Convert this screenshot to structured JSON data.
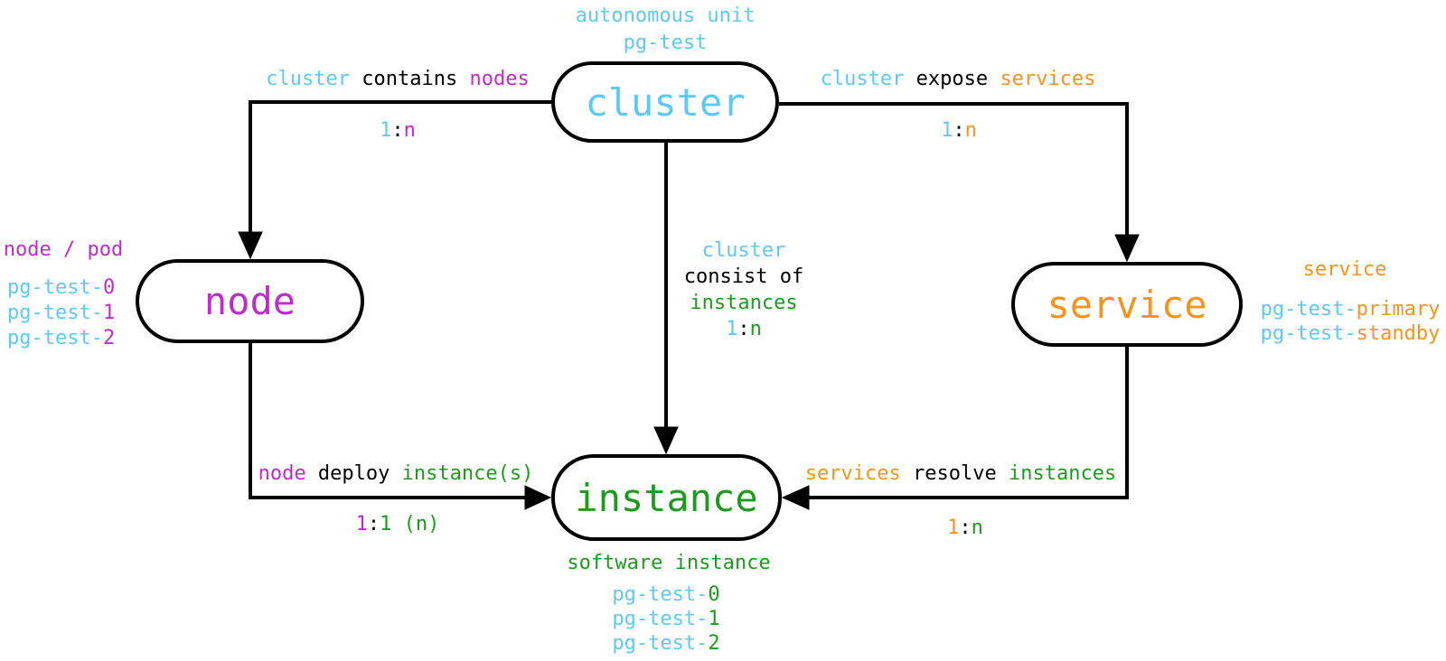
{
  "palette": {
    "blue": "#5EC9F5",
    "magenta": "#BE2DC9",
    "orange": "#F7941E",
    "green": "#1E9B1E",
    "black": "#000000",
    "line": "#000000",
    "box_fill": "#FFFFFF"
  },
  "entities": {
    "cluster": {
      "label": [
        {
          "t": "cluster",
          "c": "blue"
        }
      ]
    },
    "node": {
      "label": [
        {
          "t": "node",
          "c": "magenta"
        }
      ]
    },
    "service": {
      "label": [
        {
          "t": "service",
          "c": "orange"
        }
      ]
    },
    "instance": {
      "label": [
        {
          "t": "instance",
          "c": "green"
        }
      ]
    }
  },
  "annotations": {
    "cluster_title": [
      {
        "t": "autonomous unit",
        "c": "blue"
      }
    ],
    "cluster_name": [
      {
        "t": "pg-test",
        "c": "blue"
      }
    ],
    "node_title": [
      {
        "t": "node / pod",
        "c": "magenta"
      }
    ],
    "node_items": [
      [
        {
          "t": "pg-test-",
          "c": "blue"
        },
        {
          "t": "0",
          "c": "magenta"
        }
      ],
      [
        {
          "t": "pg-test-",
          "c": "blue"
        },
        {
          "t": "1",
          "c": "magenta"
        }
      ],
      [
        {
          "t": "pg-test-",
          "c": "blue"
        },
        {
          "t": "2",
          "c": "magenta"
        }
      ]
    ],
    "service_title": [
      {
        "t": "service",
        "c": "orange"
      }
    ],
    "service_items": [
      [
        {
          "t": "pg-test-",
          "c": "blue"
        },
        {
          "t": "primary",
          "c": "orange"
        }
      ],
      [
        {
          "t": "pg-test-",
          "c": "blue"
        },
        {
          "t": "standby",
          "c": "orange"
        }
      ]
    ],
    "instance_title": [
      {
        "t": "software instance",
        "c": "green"
      }
    ],
    "instance_items": [
      [
        {
          "t": "pg-test-",
          "c": "blue"
        },
        {
          "t": "0",
          "c": "green"
        }
      ],
      [
        {
          "t": "pg-test-",
          "c": "blue"
        },
        {
          "t": "1",
          "c": "green"
        }
      ],
      [
        {
          "t": "pg-test-",
          "c": "blue"
        },
        {
          "t": "2",
          "c": "green"
        }
      ]
    ]
  },
  "edges": {
    "cluster_contains_nodes": {
      "label": [
        {
          "t": "cluster",
          "c": "blue"
        },
        {
          "t": " contains ",
          "c": "black"
        },
        {
          "t": "nodes",
          "c": "magenta"
        }
      ],
      "cardinality": [
        {
          "t": "1",
          "c": "blue"
        },
        {
          "t": ":",
          "c": "black"
        },
        {
          "t": "n",
          "c": "magenta"
        }
      ]
    },
    "cluster_expose_services": {
      "label": [
        {
          "t": "cluster",
          "c": "blue"
        },
        {
          "t": " expose ",
          "c": "black"
        },
        {
          "t": "services",
          "c": "orange"
        }
      ],
      "cardinality": [
        {
          "t": "1",
          "c": "blue"
        },
        {
          "t": ":",
          "c": "black"
        },
        {
          "t": "n",
          "c": "orange"
        }
      ]
    },
    "cluster_consist_of_instances": {
      "label_lines": [
        [
          {
            "t": "cluster",
            "c": "blue"
          }
        ],
        [
          {
            "t": "consist of",
            "c": "black"
          }
        ],
        [
          {
            "t": "instances",
            "c": "green"
          }
        ],
        [
          {
            "t": "1",
            "c": "blue"
          },
          {
            "t": ":",
            "c": "black"
          },
          {
            "t": "n",
            "c": "green"
          }
        ]
      ]
    },
    "node_deploy_instances": {
      "label": [
        {
          "t": "node",
          "c": "magenta"
        },
        {
          "t": " deploy ",
          "c": "black"
        },
        {
          "t": "instance(s)",
          "c": "green"
        }
      ],
      "cardinality": [
        {
          "t": "1",
          "c": "magenta"
        },
        {
          "t": ":",
          "c": "black"
        },
        {
          "t": "1 (n)",
          "c": "green"
        }
      ]
    },
    "services_resolve_instances": {
      "label": [
        {
          "t": "services",
          "c": "orange"
        },
        {
          "t": " resolve ",
          "c": "black"
        },
        {
          "t": "instances",
          "c": "green"
        }
      ],
      "cardinality": [
        {
          "t": "1",
          "c": "orange"
        },
        {
          "t": ":",
          "c": "black"
        },
        {
          "t": "n",
          "c": "green"
        }
      ]
    }
  }
}
